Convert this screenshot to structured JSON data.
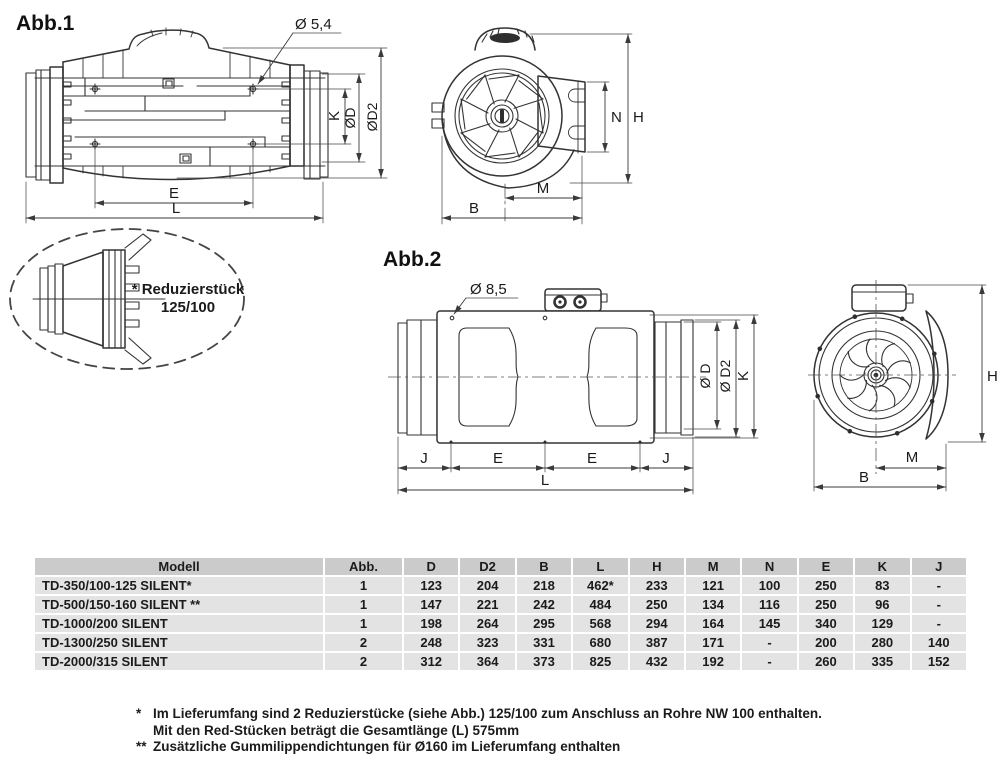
{
  "figure1": {
    "label": "Abb.1",
    "side_view": {
      "hole_diameter_label": "Ø 5,4",
      "dim_k": "K",
      "dim_d": "ØD",
      "dim_d2": "ØD2",
      "dim_e": "E",
      "dim_l": "L"
    },
    "front_view": {
      "dim_n": "N",
      "dim_h": "H",
      "dim_m": "M",
      "dim_b": "B"
    }
  },
  "reducer_callout": {
    "line1": "* Reduzierstück",
    "line2": "125/100"
  },
  "figure2": {
    "label": "Abb.2",
    "side_view": {
      "hole_diameter_label": "Ø 8,5",
      "dim_d": "Ø D",
      "dim_d2": "Ø D2",
      "dim_k": "K",
      "dim_j_left": "J",
      "dim_e_left": "E",
      "dim_e_right": "E",
      "dim_j_right": "J",
      "dim_l": "L"
    },
    "front_view": {
      "dim_h": "H",
      "dim_m": "M",
      "dim_b": "B"
    }
  },
  "table": {
    "headers": [
      "Modell",
      "Abb.",
      "D",
      "D2",
      "B",
      "L",
      "H",
      "M",
      "N",
      "E",
      "K",
      "J"
    ],
    "rows": [
      [
        "TD-350/100-125 SILENT*",
        "1",
        "123",
        "204",
        "218",
        "462*",
        "233",
        "121",
        "100",
        "250",
        "83",
        "-"
      ],
      [
        "TD-500/150-160 SILENT **",
        "1",
        "147",
        "221",
        "242",
        "484",
        "250",
        "134",
        "116",
        "250",
        "96",
        "-"
      ],
      [
        "TD-1000/200 SILENT",
        "1",
        "198",
        "264",
        "295",
        "568",
        "294",
        "164",
        "145",
        "340",
        "129",
        "-"
      ],
      [
        "TD-1300/250 SILENT",
        "2",
        "248",
        "323",
        "331",
        "680",
        "387",
        "171",
        "-",
        "200",
        "280",
        "140"
      ],
      [
        "TD-2000/315 SILENT",
        "2",
        "312",
        "364",
        "373",
        "825",
        "432",
        "192",
        "-",
        "260",
        "335",
        "152"
      ]
    ]
  },
  "footnotes": [
    {
      "marker": "*",
      "text": "Im Lieferumfang sind 2 Reduzierstücke (siehe Abb.) 125/100 zum Anschluss an Rohre NW 100 enthalten."
    },
    {
      "marker": "",
      "text": "Mit den Red-Stücken beträgt die Gesamtlänge (L) 575mm"
    },
    {
      "marker": "**",
      "text": "Zusätzliche Gummilippendichtungen für Ø160 im Lieferumfang enthalten"
    }
  ],
  "colors": {
    "line": "#333333",
    "table_header_bg": "#cbcbcb",
    "table_row_bg": "#e3e3e3",
    "text": "#1b1b1b"
  }
}
